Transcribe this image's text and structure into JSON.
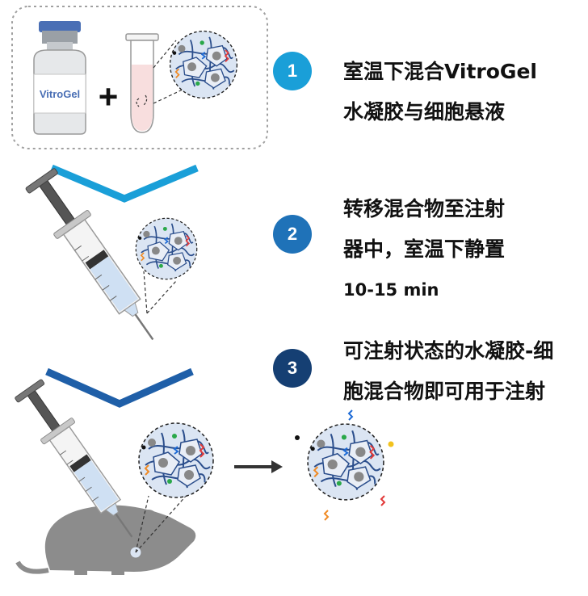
{
  "vial_label": "VitroGel",
  "plus_sign": "+",
  "steps": [
    {
      "number": "1",
      "color": "#1a9fd8",
      "lines": [
        "室温下混合VitroGel",
        "水凝胶与细胞悬液"
      ]
    },
    {
      "number": "2",
      "color": "#1f72b8",
      "lines": [
        "转移混合物至注射",
        "器中，室温下静置",
        "10-15 min"
      ]
    },
    {
      "number": "3",
      "color": "#153f73",
      "lines": [
        "可注射状态的水凝胶-细",
        "胞混合物即可用于注射"
      ]
    }
  ],
  "colors": {
    "arrow_light": "#1a9fd8",
    "arrow_dark": "#1f5fa8",
    "gel_fill": "#dbe5f3",
    "fiber": "#2b4e8c",
    "cell_nucleus": "#888888",
    "mouse": "#8c8c8c"
  }
}
